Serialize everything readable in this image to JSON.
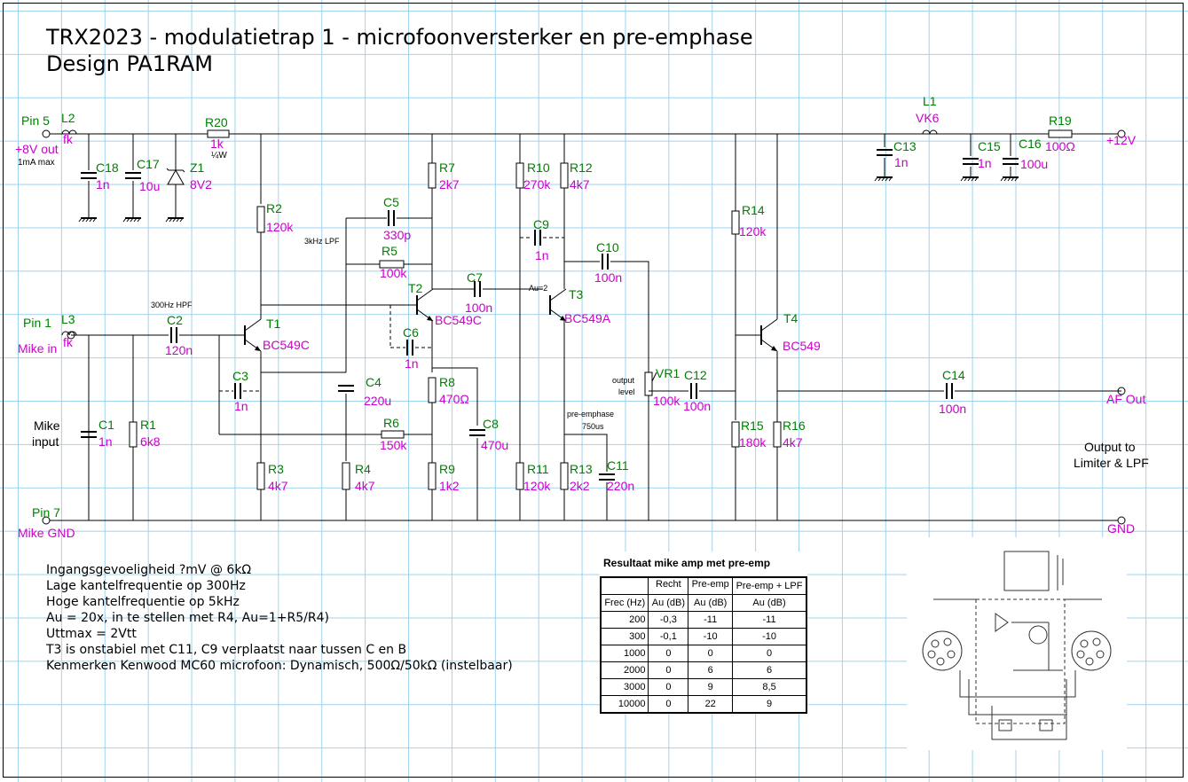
{
  "title": {
    "line1": "TRX2023 - modulatietrap 1 - microfoonversterker en pre-emphase",
    "line2": "Design PA1RAM"
  },
  "pins": {
    "pin5": "Pin 5",
    "out8v": "+8V out",
    "ma_max": "1mA max",
    "pin1": "Pin 1",
    "mike_in": "Mike in",
    "pin7": "Pin 7",
    "mike_gnd": "Mike GND",
    "v12": "+12V",
    "af_out": "AF Out",
    "gnd": "GND",
    "mike_input_1": "Mike",
    "mike_input_2": "input",
    "output_to_1": "Output to",
    "output_to_2": "Limiter & LPF"
  },
  "components": [
    {
      "id": "L2",
      "value": "fk"
    },
    {
      "id": "C18",
      "value": "1n"
    },
    {
      "id": "C17",
      "value": "10u"
    },
    {
      "id": "Z1",
      "value": "8V2"
    },
    {
      "id": "R20",
      "value": "1k",
      "extra": "¼W"
    },
    {
      "id": "R2",
      "value": "120k"
    },
    {
      "id": "C2",
      "value": "120n"
    },
    {
      "id": "L3",
      "value": "fk"
    },
    {
      "id": "C1",
      "value": "1n"
    },
    {
      "id": "R1",
      "value": "6k8"
    },
    {
      "id": "T1",
      "value": "BC549C"
    },
    {
      "id": "C3",
      "value": "1n"
    },
    {
      "id": "R3",
      "value": "4k7"
    },
    {
      "id": "C5",
      "value": "330p"
    },
    {
      "id": "R5",
      "value": "100k"
    },
    {
      "id": "C4",
      "value": "220u"
    },
    {
      "id": "R4",
      "value": "4k7"
    },
    {
      "id": "R6",
      "value": "150k"
    },
    {
      "id": "R7",
      "value": "2k7"
    },
    {
      "id": "T2",
      "value": "BC549C"
    },
    {
      "id": "C6",
      "value": "1n"
    },
    {
      "id": "R8",
      "value": "470Ω"
    },
    {
      "id": "C8",
      "value": "470u"
    },
    {
      "id": "R9",
      "value": "1k2"
    },
    {
      "id": "C7",
      "value": "100n"
    },
    {
      "id": "R10",
      "value": "270k"
    },
    {
      "id": "R12",
      "value": "4k7"
    },
    {
      "id": "C9",
      "value": "1n"
    },
    {
      "id": "T3",
      "value": "BC549A"
    },
    {
      "id": "C10",
      "value": "100n"
    },
    {
      "id": "R11",
      "value": "120k"
    },
    {
      "id": "R13",
      "value": "2k2"
    },
    {
      "id": "C11",
      "value": "220n"
    },
    {
      "id": "VR1",
      "value": "100k"
    },
    {
      "id": "C12",
      "value": "100n"
    },
    {
      "id": "R14",
      "value": "120k"
    },
    {
      "id": "T4",
      "value": "BC549"
    },
    {
      "id": "R15",
      "value": "180k"
    },
    {
      "id": "R16",
      "value": "4k7"
    },
    {
      "id": "C14",
      "value": "100n"
    },
    {
      "id": "C13",
      "value": "1n"
    },
    {
      "id": "L1",
      "value": "VK6"
    },
    {
      "id": "C15",
      "value": "1n"
    },
    {
      "id": "C16",
      "value": "100u"
    },
    {
      "id": "R19",
      "value": "100Ω"
    }
  ],
  "annotations": {
    "lpf": "3kHz LPF",
    "hpf": "300Hz HPF",
    "au2": "Au=2",
    "output_level_1": "output",
    "output_level_2": "level",
    "preemph_1": "pre-emphase",
    "preemph_2": "750us"
  },
  "notes": [
    "Ingangsgevoeligheid ?mV @ 6kΩ",
    "Lage kantelfrequentie op 300Hz",
    "Hoge kantelfrequentie op 5kHz",
    "Au = 20x, in te stellen met R4, Au=1+R5/R4)",
    "Uttmax = 2Vtt",
    "T3 is onstabiel met C11, C9 verplaatst naar tussen C en B",
    "Kenmerken Kenwood MC60 microfoon: Dynamisch, 500Ω/50kΩ (instelbaar)"
  ],
  "results_table": {
    "title": "Resultaat mike amp met pre-emp",
    "head1": [
      "",
      "Recht",
      "Pre-emp",
      "Pre-emp + LPF"
    ],
    "head2": [
      "Frec (Hz)",
      "Au (dB)",
      "Au (dB)",
      "Au (dB)"
    ],
    "rows": [
      [
        "200",
        "-0,3",
        "-11",
        "-11"
      ],
      [
        "300",
        "-0,1",
        "-10",
        "-10"
      ],
      [
        "1000",
        "0",
        "0",
        "0"
      ],
      [
        "2000",
        "0",
        "6",
        "6"
      ],
      [
        "3000",
        "0",
        "9",
        "8,5"
      ],
      [
        "10000",
        "0",
        "22",
        "9"
      ]
    ]
  },
  "colors": {
    "ref": "#008000",
    "value": "#cc00cc",
    "wire": "#000000",
    "grid": "#9fd3ee"
  }
}
